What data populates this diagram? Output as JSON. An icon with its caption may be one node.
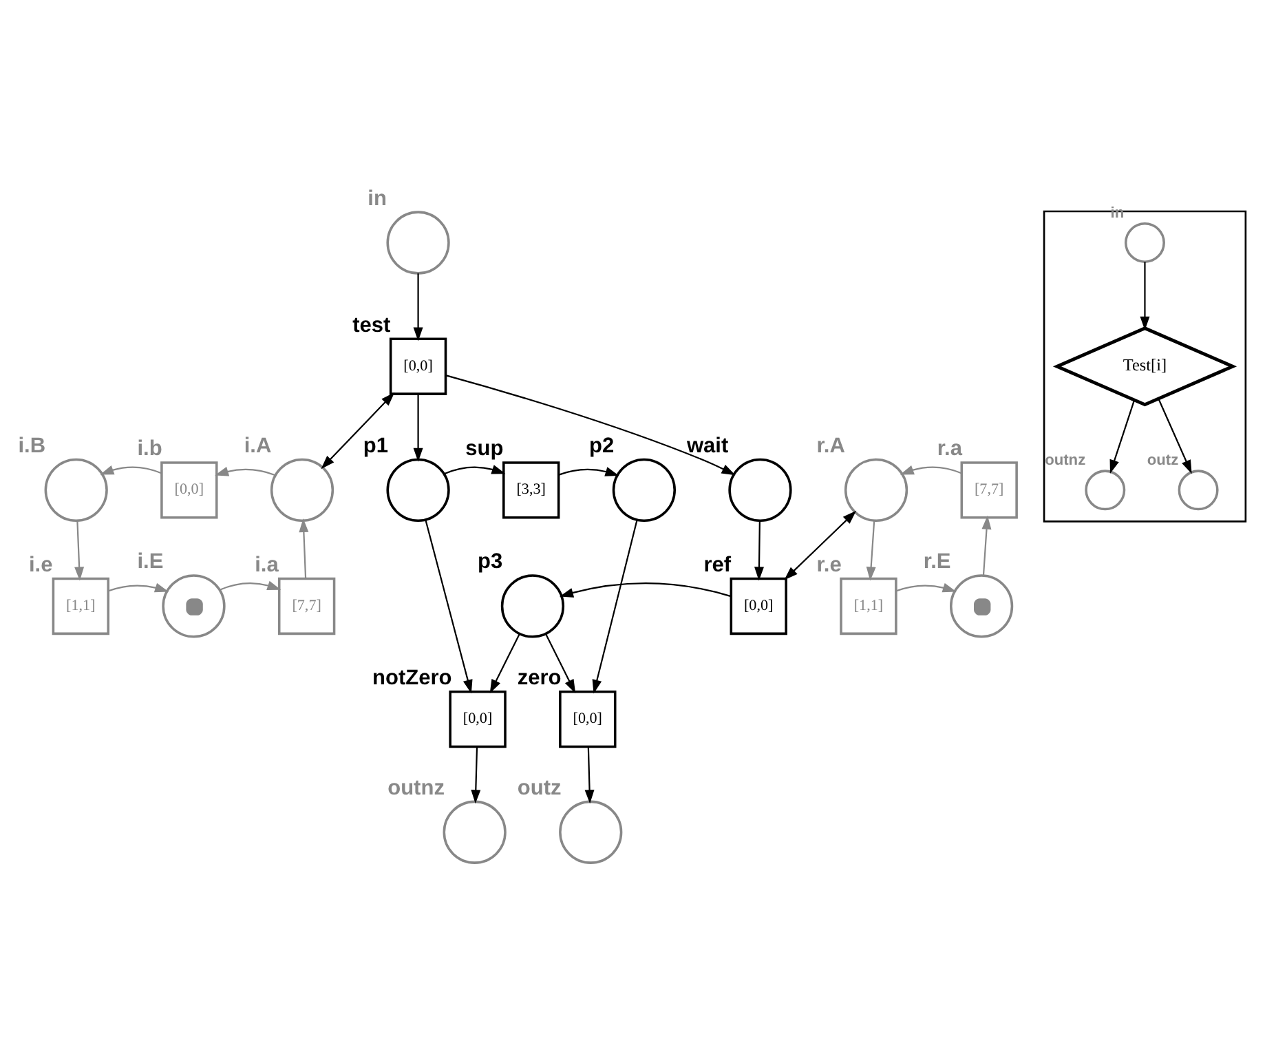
{
  "diagram": {
    "nodes": [
      {
        "text": [],
        "shape": "circle",
        "beside": [
          "in"
        ]
      },
      {
        "text": [
          "[0,0]"
        ],
        "beside": [
          "test"
        ]
      },
      {
        "text": [],
        "shape": "circle",
        "beside": [
          "i.B"
        ]
      },
      {
        "text": [
          "[0,0]"
        ],
        "beside": [
          "i.b"
        ]
      },
      {
        "text": [],
        "shape": "circle",
        "beside": [
          "i.A"
        ]
      },
      {
        "text": [],
        "shape": "circle",
        "beside": [
          "p1"
        ]
      },
      {
        "text": [
          "[3,3]"
        ],
        "beside": [
          "sup"
        ]
      },
      {
        "text": [],
        "shape": "circle",
        "beside": [
          "p2"
        ]
      },
      {
        "text": [],
        "shape": "circle",
        "beside": [
          "wait"
        ]
      },
      {
        "text": [],
        "shape": "circle",
        "beside": [
          "r.A"
        ]
      },
      {
        "text": [
          "[7,7]"
        ],
        "beside": [
          "r.a"
        ]
      },
      {
        "text": [
          "[1,1]"
        ],
        "beside": [
          "i.e"
        ]
      },
      {
        "text": [],
        "shape": "circle",
        "beside": [
          "i.E"
        ]
      },
      {
        "text": [
          "[7,7]"
        ],
        "beside": [
          "i.a"
        ]
      },
      {
        "text": [],
        "shape": "circle",
        "beside": [
          "p3"
        ]
      },
      {
        "text": [
          "[0,0]"
        ],
        "beside": [
          "ref"
        ]
      },
      {
        "text": [
          "[1,1]"
        ],
        "beside": [
          "r.e"
        ]
      },
      {
        "text": [],
        "shape": "circle",
        "beside": [
          "r.E"
        ]
      },
      {
        "text": [
          "[0,0]"
        ],
        "beside": [
          "notZero"
        ]
      },
      {
        "text": [
          "[0,0]"
        ],
        "beside": [
          "zero"
        ]
      },
      {
        "text": [],
        "shape": "circle",
        "beside": [
          "outnz"
        ]
      },
      {
        "text": [],
        "shape": "circle",
        "beside": [
          "outz"
        ]
      },
      {
        "text": [],
        "shape": "box"
      },
      {
        "text": [],
        "shape": "circle",
        "beside": [
          "in"
        ],
        "in": 22
      },
      {
        "text": [
          "Test[i]"
        ],
        "in": 22
      },
      {
        "text": [],
        "shape": "circle",
        "beside": [
          "outnz"
        ],
        "in": 22
      },
      {
        "text": [],
        "shape": "circle",
        "beside": [
          "outz"
        ],
        "in": 22
      }
    ],
    "edges": [
      {
        "from": 0,
        "to": 1,
        "arrow": "to"
      },
      {
        "from": 1,
        "to": 4,
        "arrow": "both"
      },
      {
        "from": 1,
        "to": 5,
        "arrow": "to"
      },
      {
        "from": 1,
        "to": 8,
        "arrow": "to"
      },
      {
        "from": 4,
        "to": 3,
        "arrow": "to",
        "color": "#888888"
      },
      {
        "from": 3,
        "to": 2,
        "arrow": "to",
        "color": "#888888"
      },
      {
        "from": 5,
        "to": 6,
        "arrow": "to"
      },
      {
        "from": 6,
        "to": 7,
        "arrow": "to"
      },
      {
        "from": 10,
        "to": 9,
        "arrow": "to",
        "color": "#888888"
      },
      {
        "from": 2,
        "to": 11,
        "arrow": "to",
        "color": "#888888"
      },
      {
        "from": 11,
        "to": 12,
        "arrow": "to",
        "color": "#888888"
      },
      {
        "from": 12,
        "to": 13,
        "arrow": "to",
        "color": "#888888"
      },
      {
        "from": 13,
        "to": 4,
        "arrow": "to",
        "color": "#888888"
      },
      {
        "from": 8,
        "to": 15,
        "arrow": "to"
      },
      {
        "from": 15,
        "to": 9,
        "arrow": "both"
      },
      {
        "from": 15,
        "to": 14,
        "arrow": "to"
      },
      {
        "from": 9,
        "to": 16,
        "arrow": "to",
        "color": "#888888"
      },
      {
        "from": 16,
        "to": 17,
        "arrow": "to",
        "color": "#888888"
      },
      {
        "from": 17,
        "to": 10,
        "arrow": "to",
        "color": "#888888"
      },
      {
        "from": 5,
        "to": 18,
        "arrow": "to"
      },
      {
        "from": 14,
        "to": 18,
        "arrow": "to"
      },
      {
        "from": 14,
        "to": 19,
        "arrow": "to"
      },
      {
        "from": 7,
        "to": 19,
        "arrow": "to"
      },
      {
        "from": 18,
        "to": 20,
        "arrow": "to"
      },
      {
        "from": 19,
        "to": 21,
        "arrow": "to"
      },
      {
        "from": 23,
        "to": 24,
        "arrow": "to"
      },
      {
        "from": 24,
        "to": 25,
        "arrow": "to"
      },
      {
        "from": 24,
        "to": 26,
        "arrow": "to"
      }
    ]
  }
}
